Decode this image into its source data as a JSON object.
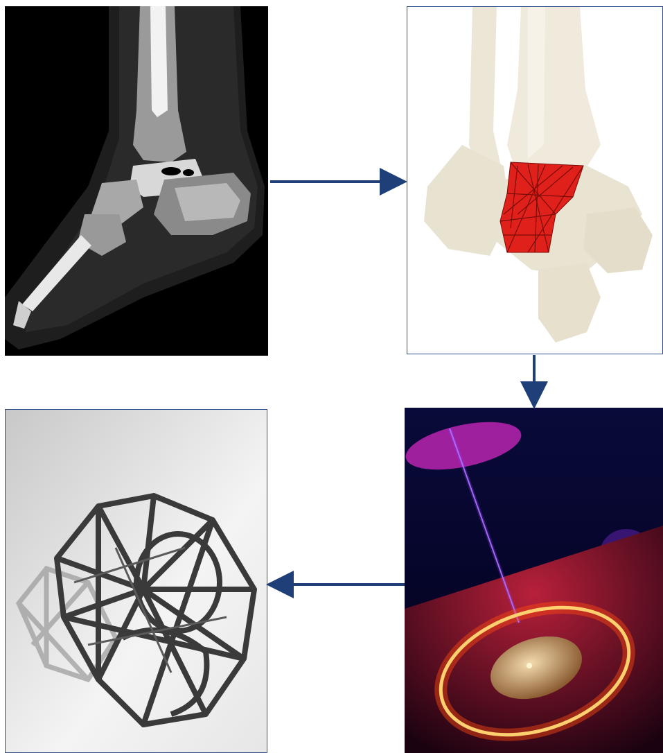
{
  "figure": {
    "panels": [
      {
        "icon": "ct-scan-ankle-image"
      },
      {
        "icon": "3d-model-with-lattice-implant-image"
      },
      {
        "icon": "laser-sintering-image"
      },
      {
        "icon": "printed-lattice-implant-image"
      }
    ],
    "arrow_color": "#1f3f78",
    "frame_color": "#2f4f8a",
    "implant_color": "#e0201a"
  }
}
